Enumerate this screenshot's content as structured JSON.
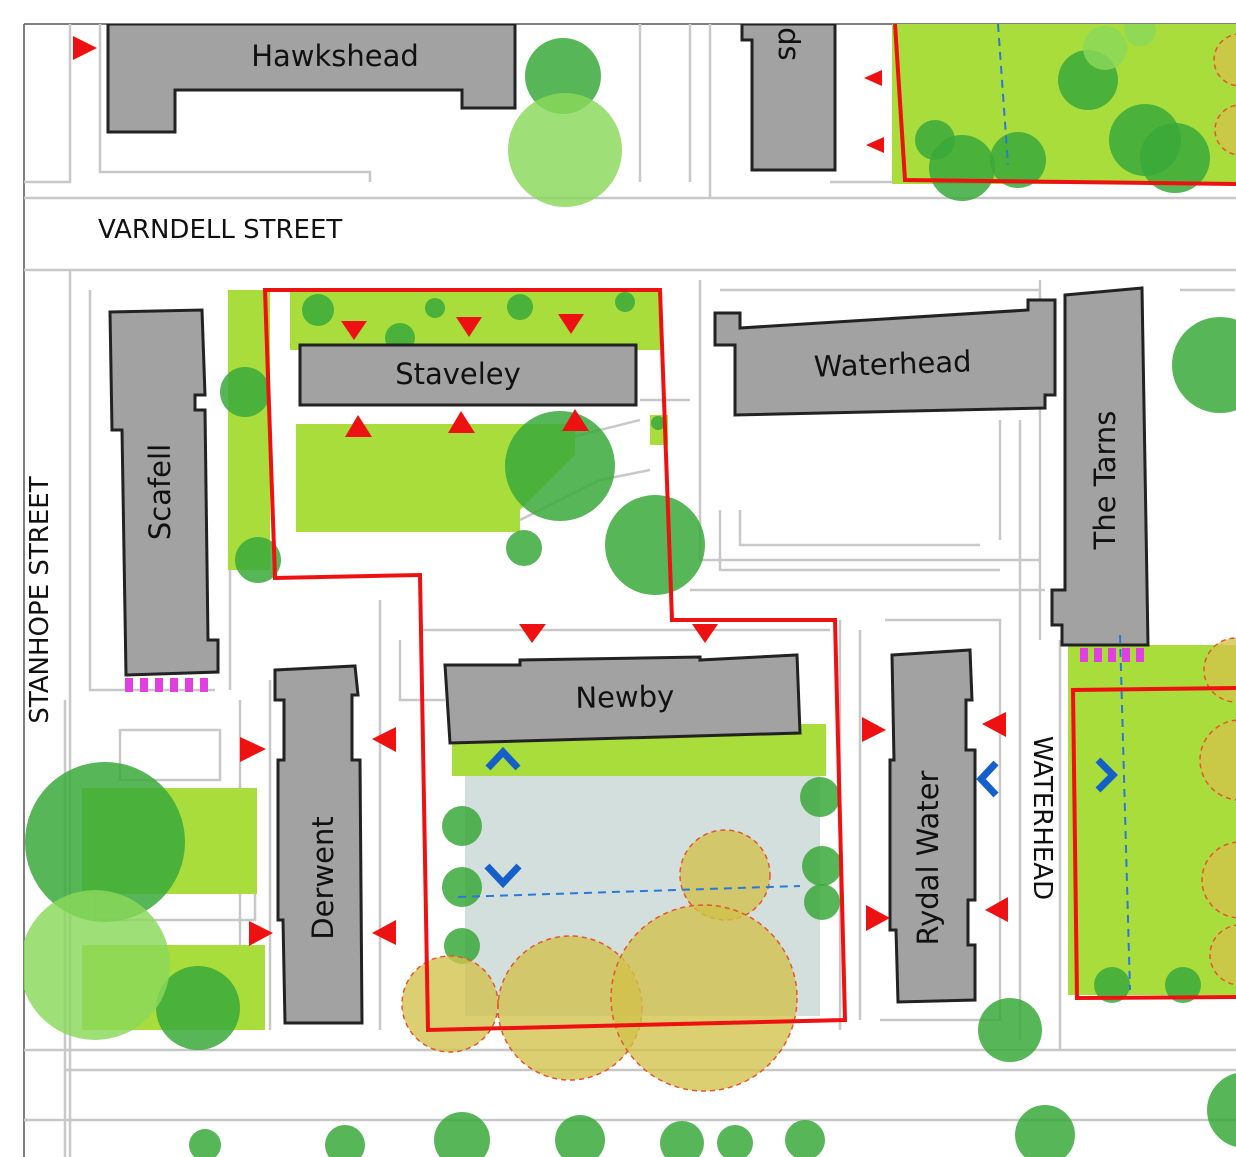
{
  "map": {
    "colors": {
      "background": "#ffffff",
      "road_edge": "#c8c8c8",
      "building_fill": "#a2a2a2",
      "building_stroke": "#222222",
      "lawn": "#a8dd3c",
      "paved_area": "#d3dfdd",
      "tree_dark": "#3aa93a",
      "tree_light": "#8ad85a",
      "tree_removed": "#d2c24a",
      "boundary": "#ee1111",
      "entrance": "#ee1111",
      "access": "#1560c8",
      "bike_parking": "#e040e0",
      "dashed_line": "#2a78d8"
    },
    "streets": {
      "varndell": "VARNDELL STREET",
      "stanhope": "STANHOPE STREET",
      "waterhead": "WATERHEAD"
    },
    "buildings": {
      "hawkshead": "Hawkshead",
      "sp": "sp",
      "staveley": "Staveley",
      "waterhead": "Waterhead",
      "the_tarns": "The Tarns",
      "scafell": "Scafell",
      "newby": "Newby",
      "derwent": "Derwent",
      "rydal_water": "Rydal Water"
    }
  }
}
